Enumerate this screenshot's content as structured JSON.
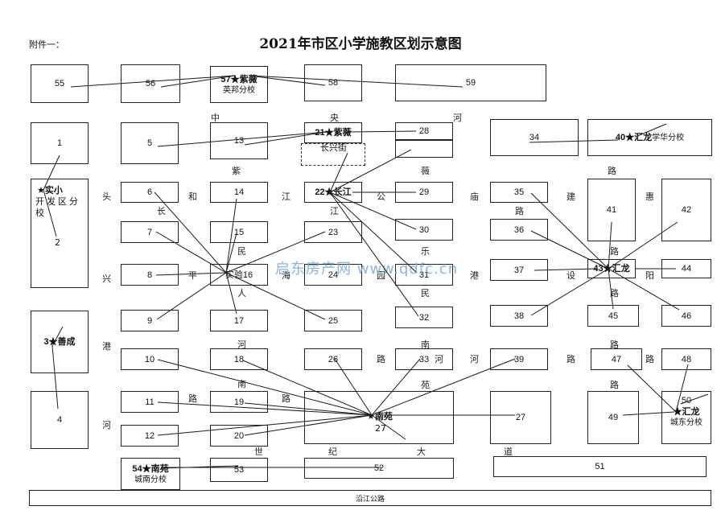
{
  "header": {
    "attachment": "附件一：",
    "title": "2021年市区小学施教区划示意图"
  },
  "blocks": {
    "b55": "55",
    "b56": "56",
    "b57": "57★紫薇",
    "b57s": "英邦分校",
    "b58": "58",
    "b59": "59",
    "b1": "1",
    "b2": "2",
    "b1s": "★实小",
    "b1t": "开发区分校",
    "b5": "5",
    "b13": "13",
    "b21": "21★紫薇",
    "b21s": "长兴街",
    "b28": "28",
    "b34": "34",
    "b40": "40★汇龙",
    "b40s": "学华分校",
    "b6": "6",
    "b14": "14",
    "b22": "22★长江",
    "b29": "29",
    "b35": "35",
    "b41": "41",
    "b42": "42",
    "b7": "7",
    "b15": "15",
    "b23": "23",
    "b30": "30",
    "b36": "36",
    "b8": "8",
    "b16": "实验16",
    "b24": "24",
    "b31": "31",
    "b37": "37",
    "b43": "43★汇龙",
    "b44": "44",
    "b9": "9",
    "b17": "17",
    "b25": "25",
    "b32": "32",
    "b38": "38",
    "b45": "45",
    "b46": "46",
    "b3": "3★善成",
    "b4": "4",
    "b10": "10",
    "b18": "18",
    "b26": "26",
    "b33": "33",
    "b39": "39",
    "b47": "47",
    "b48": "48",
    "b11": "11",
    "b19": "19",
    "nanyuan": "★南苑",
    "b27a": "27",
    "b27": "27",
    "b50": "50",
    "b50s": "★汇龙",
    "b50t": "城东分校",
    "b49": "49",
    "b12": "12",
    "b20": "20",
    "b54": "54★南苑",
    "b54s": "城南分校",
    "b53": "53",
    "b52": "52",
    "b51": "51"
  },
  "roads": {
    "zhong": "中",
    "yang": "央",
    "he1": "河",
    "zi": "紫",
    "wei": "薇",
    "lu1": "路",
    "tou": "头",
    "he2": "和",
    "jiang1": "江",
    "jiang2": "江",
    "gong": "公",
    "miao": "庙",
    "jian": "建",
    "hui": "惠",
    "chang": "长",
    "lu2": "路",
    "lu3": "路",
    "min1": "民",
    "le": "乐",
    "xing": "兴",
    "ping": "平",
    "hai": "海",
    "yuan": "园",
    "gang1": "港",
    "she": "设",
    "yang2": "阳",
    "ren": "人",
    "min2": "民",
    "lu4": "路",
    "gang2": "港",
    "he3": "河",
    "nan1": "南",
    "lu5": "路",
    "lu6": "路",
    "he4": "河",
    "he5": "河",
    "lu7": "路",
    "lu8": "路",
    "nan2": "南",
    "yuan2": "苑",
    "lu9": "路",
    "lu10": "路",
    "he6": "河",
    "shi": "世",
    "ji": "纪",
    "da": "大",
    "dao": "道",
    "bottom": "沿江公路"
  },
  "watermark": "启东房产网 www.qdfc.cn",
  "colors": {
    "line": "#1a1a1a",
    "watermark": "#7aa6d9"
  }
}
